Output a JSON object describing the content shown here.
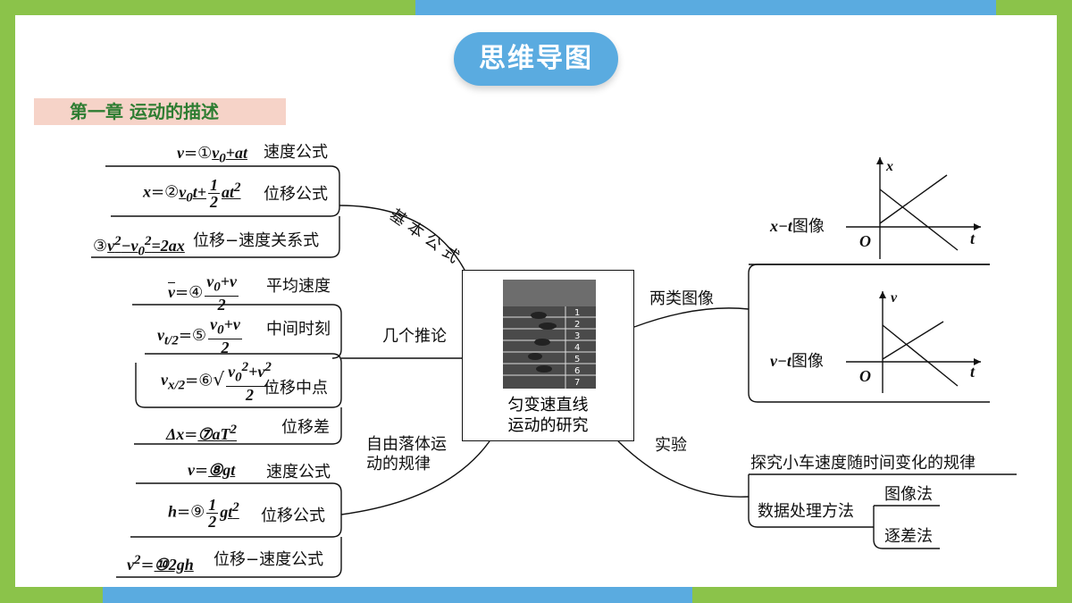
{
  "title": "思维导图",
  "chapter": "第一章 运动的描述",
  "center": {
    "line1": "匀变速直线",
    "line2": "运动的研究"
  },
  "branches": {
    "basic": "基本公式",
    "inferences": "几个推论",
    "freefall_1": "自由落体运",
    "freefall_2": "动的规律",
    "graphs": "两类图像",
    "experiment": "实验"
  },
  "basic": {
    "b1": {
      "formula": "v=①v₀+at",
      "label": "速度公式"
    },
    "b2": {
      "formula": "x=②v₀t+½at²",
      "label": "位移公式"
    },
    "b3": {
      "formula": "③v²−v₀²=2ax",
      "label": "位移−速度关系式"
    }
  },
  "inferences": {
    "i1": {
      "formula": "v̄=④(v₀+v)/2",
      "label": "平均速度"
    },
    "i2": {
      "formula": "v_{t/2}=⑤(v₀+v)/2",
      "label": "中间时刻"
    },
    "i3": {
      "formula": "v_{x/2}=⑥√((v₀²+v²)/2)",
      "label": "位移中点"
    },
    "i4": {
      "formula": "Δx=⑦aT²",
      "label": "位移差"
    }
  },
  "freefall": {
    "f1": {
      "formula": "v=⑧gt",
      "label": "速度公式"
    },
    "f2": {
      "formula": "h=⑨½gt²",
      "label": "位移公式"
    },
    "f3": {
      "formula": "v²=⑩2gh",
      "label": "位移−速度公式"
    }
  },
  "graphs": {
    "xt": {
      "label": "x−t图像",
      "y_axis": "x",
      "x_axis": "t",
      "origin": "O"
    },
    "vt": {
      "label": "v−t图像",
      "y_axis": "v",
      "x_axis": "t",
      "origin": "O"
    }
  },
  "experiment": {
    "title": "探究小车速度随时间变化的规律",
    "method": "数据处理方法",
    "m1": "图像法",
    "m2": "逐差法"
  },
  "photo_lanes": [
    "1",
    "2",
    "3",
    "4",
    "5",
    "6",
    "7"
  ],
  "colors": {
    "frame_green": "#8bc34a",
    "frame_blue": "#5aabe0",
    "chapter_bg": "#f6d3c8",
    "chapter_text": "#2e7d32"
  }
}
